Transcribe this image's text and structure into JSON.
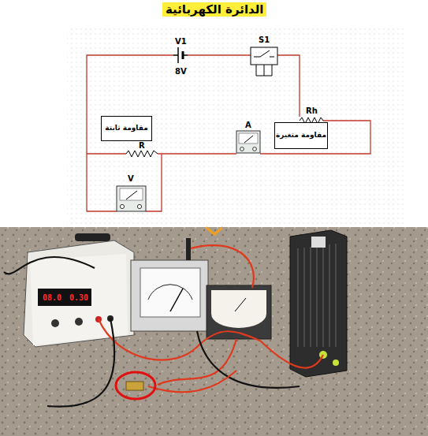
{
  "diagram": {
    "title": "الدائرة الكهربائية",
    "nodes": [
      {
        "text": [
          "مقاومة ثابتة"
        ]
      },
      {
        "text": [
          "مقاومة متغيرة"
        ]
      }
    ],
    "labels": [
      "V1",
      "8V",
      "S1",
      "Rh",
      "A",
      "R",
      "V",
      "08.0",
      "0.30"
    ]
  }
}
